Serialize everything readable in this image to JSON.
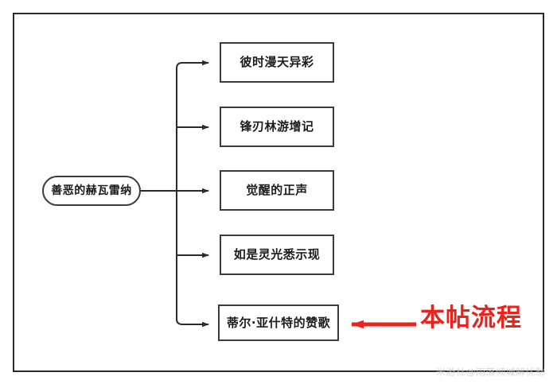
{
  "diagram": {
    "type": "tree-flowchart",
    "frame": {
      "border_color": "#2b2b2b"
    },
    "root": {
      "label": "善恶的赫瓦雷纳",
      "shape": "rounded-rect",
      "border_color": "#3b3b3b"
    },
    "branches": [
      {
        "label": "彼时漫天异彩"
      },
      {
        "label": "锋刃林游增记"
      },
      {
        "label": "觉醒的正声"
      },
      {
        "label": "如是灵光悉示现"
      },
      {
        "label": "蒂尔·亚什特的赞歌"
      }
    ],
    "annotation": {
      "label": "本帖流程",
      "color": "#e8241c",
      "arrow_direction": "left",
      "points_to": "蒂尔·亚什特的赞歌"
    },
    "watermark": {
      "label": "米游社@雨落倾城解忧愁",
      "color": "#c9c9c9"
    }
  }
}
